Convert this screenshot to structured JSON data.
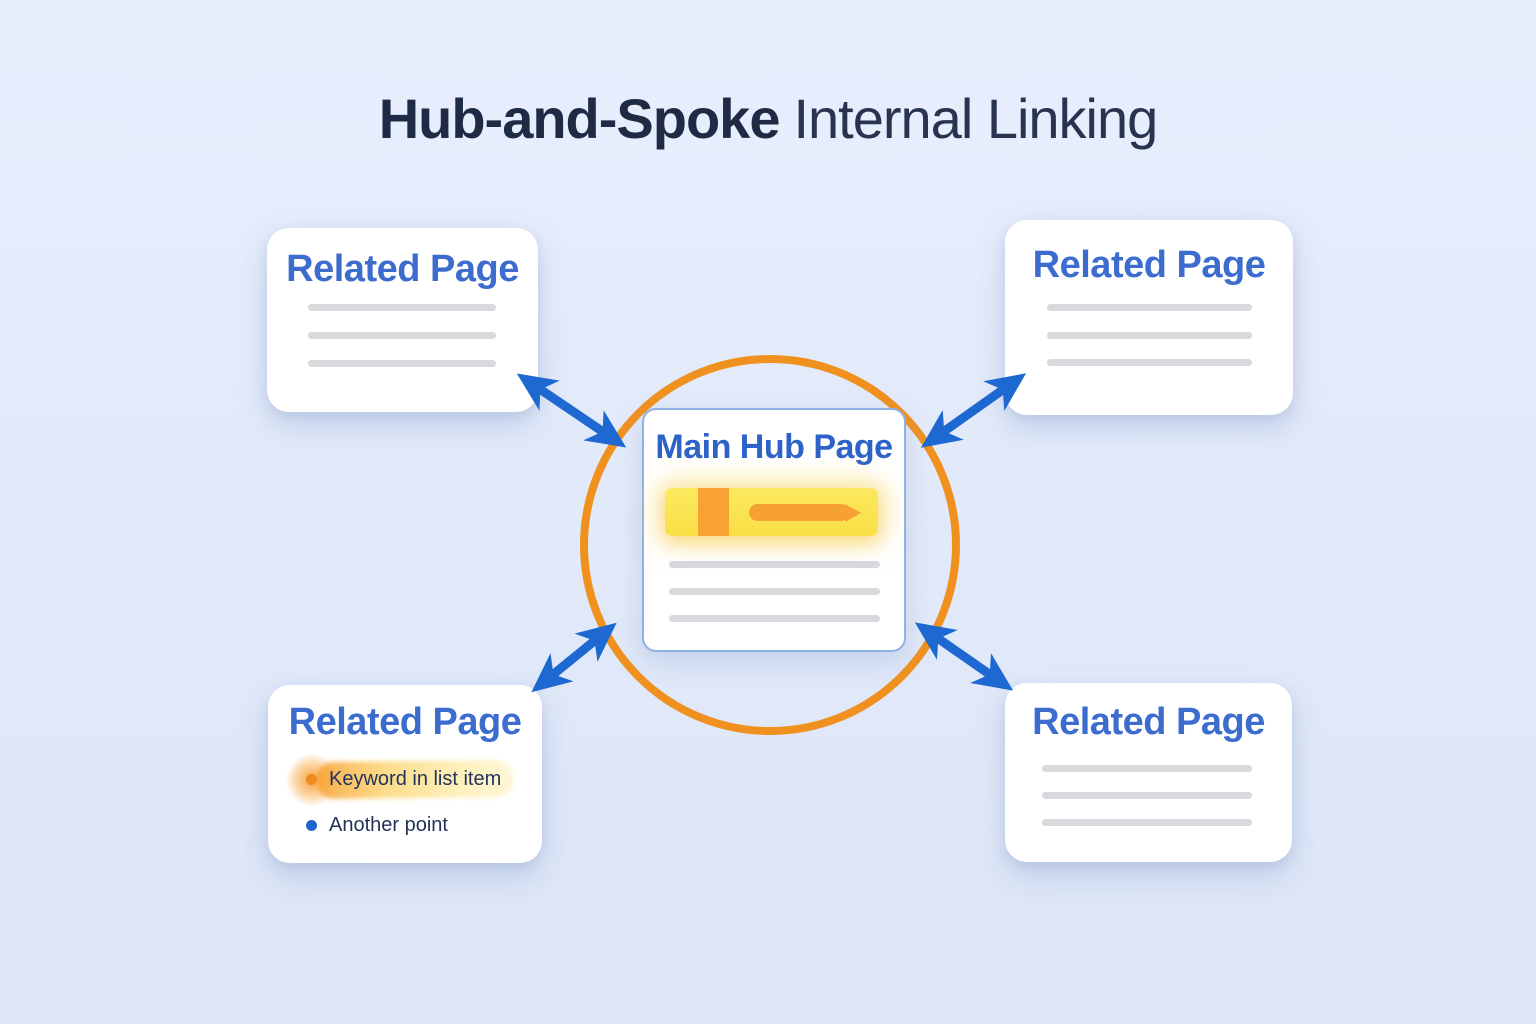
{
  "page": {
    "title_bold": "Hub-and-Spoke",
    "title_regular": "Internal Linking"
  },
  "hub": {
    "title": "Main Hub Page",
    "skeleton_lines": 3,
    "highlighted_link_bar": true
  },
  "cards": {
    "top_left": {
      "title": "Related Page",
      "skeleton_lines": 3
    },
    "top_right": {
      "title": "Related Page",
      "skeleton_lines": 3
    },
    "bottom_left": {
      "title": "Related Page",
      "items": [
        {
          "text": "Keyword in list item",
          "highlighted": true,
          "bullet_color": "#f08c1e"
        },
        {
          "text": "Another point",
          "highlighted": false,
          "bullet_color": "#2166cc"
        }
      ]
    },
    "bottom_right": {
      "title": "Related Page",
      "skeleton_lines": 3
    }
  },
  "connections": {
    "count": 4,
    "style": "double-headed-arrow",
    "between": "Main Hub Page and each Related Page"
  },
  "colors": {
    "background": "#e2eafa",
    "title_navy": "#1f2a44",
    "card_title_blue": "#3b6cce",
    "hub_title_blue": "#2d62c8",
    "hub_border_blue": "#8fb2e4",
    "arrow_blue": "#1e68d2",
    "circle_orange": "#f0911f",
    "highlight_yellow": "#f8df45",
    "highlight_orange": "#f8a233",
    "keyword_text_navy": "#23345b",
    "skeleton_gray": "#d8d9dd"
  }
}
